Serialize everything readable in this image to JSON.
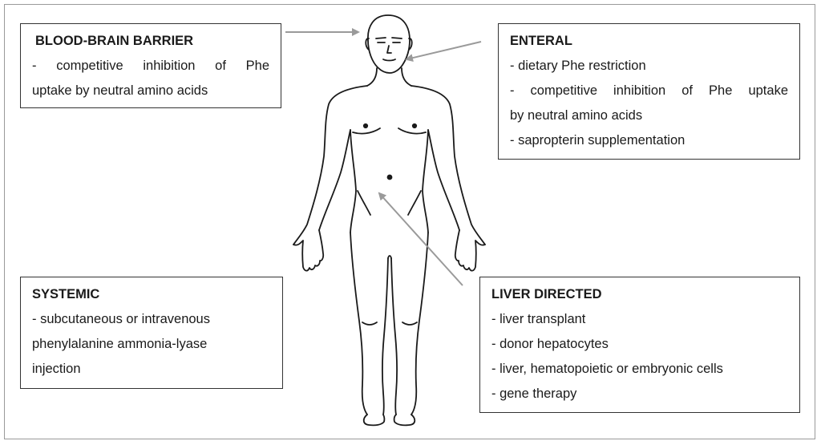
{
  "boxes": {
    "bbb": {
      "title": "BLOOD-BRAIN BARRIER",
      "lines": [
        "- competitive inhibition of Phe",
        "uptake by neutral amino acids"
      ]
    },
    "enteral": {
      "title": "ENTERAL",
      "lines": [
        "- dietary Phe restriction",
        "- competitive inhibition of Phe uptake",
        "by neutral amino acids",
        "- sapropterin supplementation"
      ]
    },
    "systemic": {
      "title": "SYSTEMIC",
      "lines": [
        "- subcutaneous or intravenous",
        "phenylalanine ammonia-lyase",
        "injection"
      ]
    },
    "liver": {
      "title": "LIVER DIRECTED",
      "lines": [
        "- liver transplant",
        "- donor hepatocytes",
        "- liver, hematopoietic or embryonic cells",
        "- gene therapy"
      ]
    }
  },
  "colors": {
    "arrow": "#9a9a9a",
    "outline": "#1a1a1a",
    "box_border": "#333333"
  }
}
